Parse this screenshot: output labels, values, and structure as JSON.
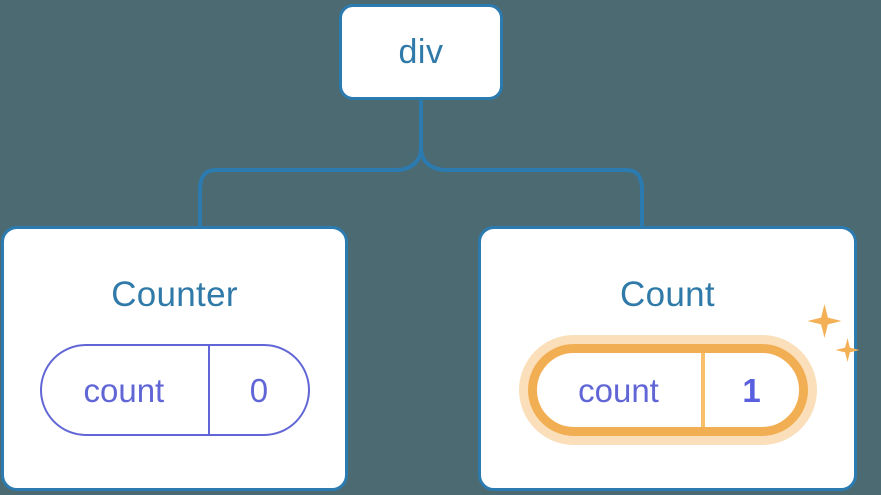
{
  "theme": {
    "background": "#4c6a72",
    "card_background": "#ffffff",
    "border_blue": "#2c7bb0",
    "title_blue": "#2f7aa8",
    "state_purple": "#6166d6",
    "highlight_orange": "#f2ae52",
    "highlight_halo": "#fadfba",
    "sparkle_orange": "#f4b055"
  },
  "tree": {
    "root": {
      "label": "div"
    },
    "children": [
      {
        "title": "Counter",
        "state": {
          "key": "count",
          "value": "0",
          "highlighted": false
        }
      },
      {
        "title": "Count",
        "state": {
          "key": "count",
          "value": "1",
          "highlighted": true
        },
        "sparkle_icons": [
          "sparkle-large-icon",
          "sparkle-small-icon"
        ]
      }
    ]
  }
}
